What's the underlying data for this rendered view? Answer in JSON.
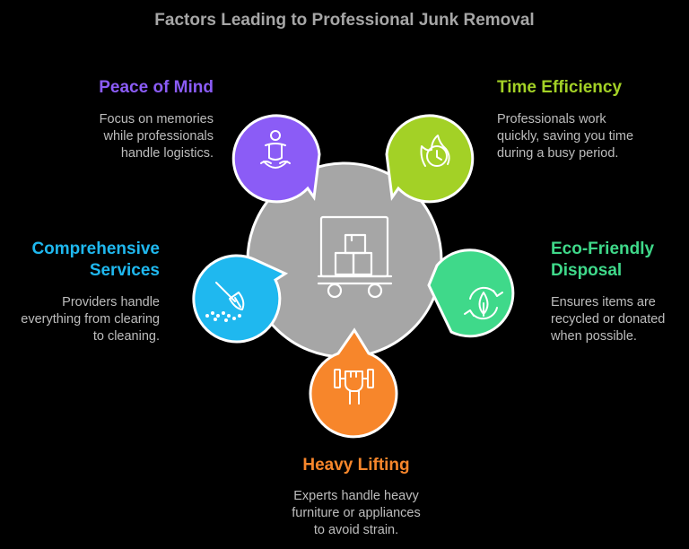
{
  "title": "Factors Leading to Professional Junk Removal",
  "colors": {
    "peace": "#8b5cf6",
    "time": "#a3d126",
    "services": "#1fb8ef",
    "eco": "#3fd98a",
    "lifting": "#f7862b",
    "center": "#a6a6a6"
  },
  "center_icon": "truck-with-boxes-icon",
  "factors": [
    {
      "id": "peace",
      "heading": "Peace of Mind",
      "description": [
        "Focus on memories",
        "while professionals",
        "handle logistics."
      ],
      "icon": "meditation-icon"
    },
    {
      "id": "time",
      "heading": "Time Efficiency",
      "description": [
        "Professionals work",
        "quickly, saving you time",
        "during a busy period."
      ],
      "icon": "clock-fire-icon"
    },
    {
      "id": "services",
      "heading": [
        "Comprehensive",
        "Services"
      ],
      "description": [
        "Providers handle",
        "everything from clearing",
        "to cleaning."
      ],
      "icon": "broom-icon"
    },
    {
      "id": "eco",
      "heading": [
        "Eco-Friendly",
        "Disposal"
      ],
      "description": [
        "Ensures items are",
        "recycled or donated",
        "when possible."
      ],
      "icon": "recycle-leaf-icon"
    },
    {
      "id": "lifting",
      "heading": "Heavy Lifting",
      "description": [
        "Experts handle heavy",
        "furniture or appliances",
        "to avoid strain."
      ],
      "icon": "dumbbell-hand-icon"
    }
  ]
}
